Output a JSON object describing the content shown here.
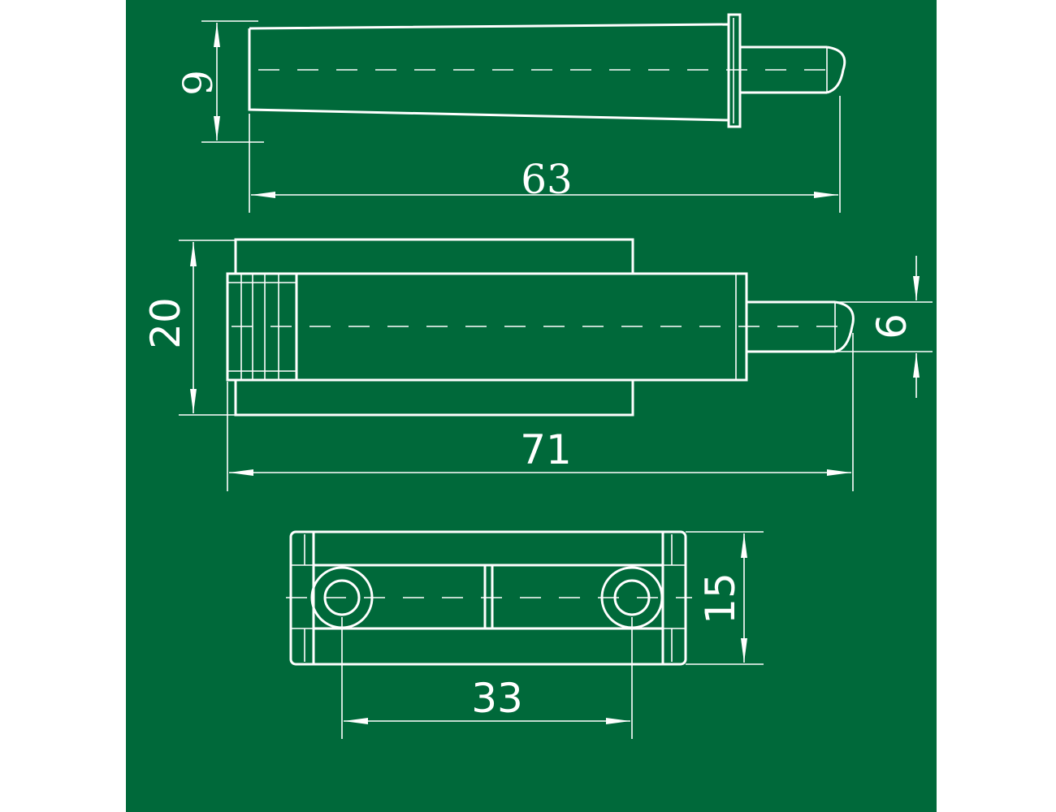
{
  "colors": {
    "background": "#00693a",
    "line": "#ffffff",
    "page": "#ffffff"
  },
  "dimensions": {
    "pin_diameter": "9",
    "pin_length": "63",
    "body_height": "20",
    "body_length": "71",
    "plunger_diameter": "6",
    "plate_height": "15",
    "hole_spacing": "33"
  }
}
